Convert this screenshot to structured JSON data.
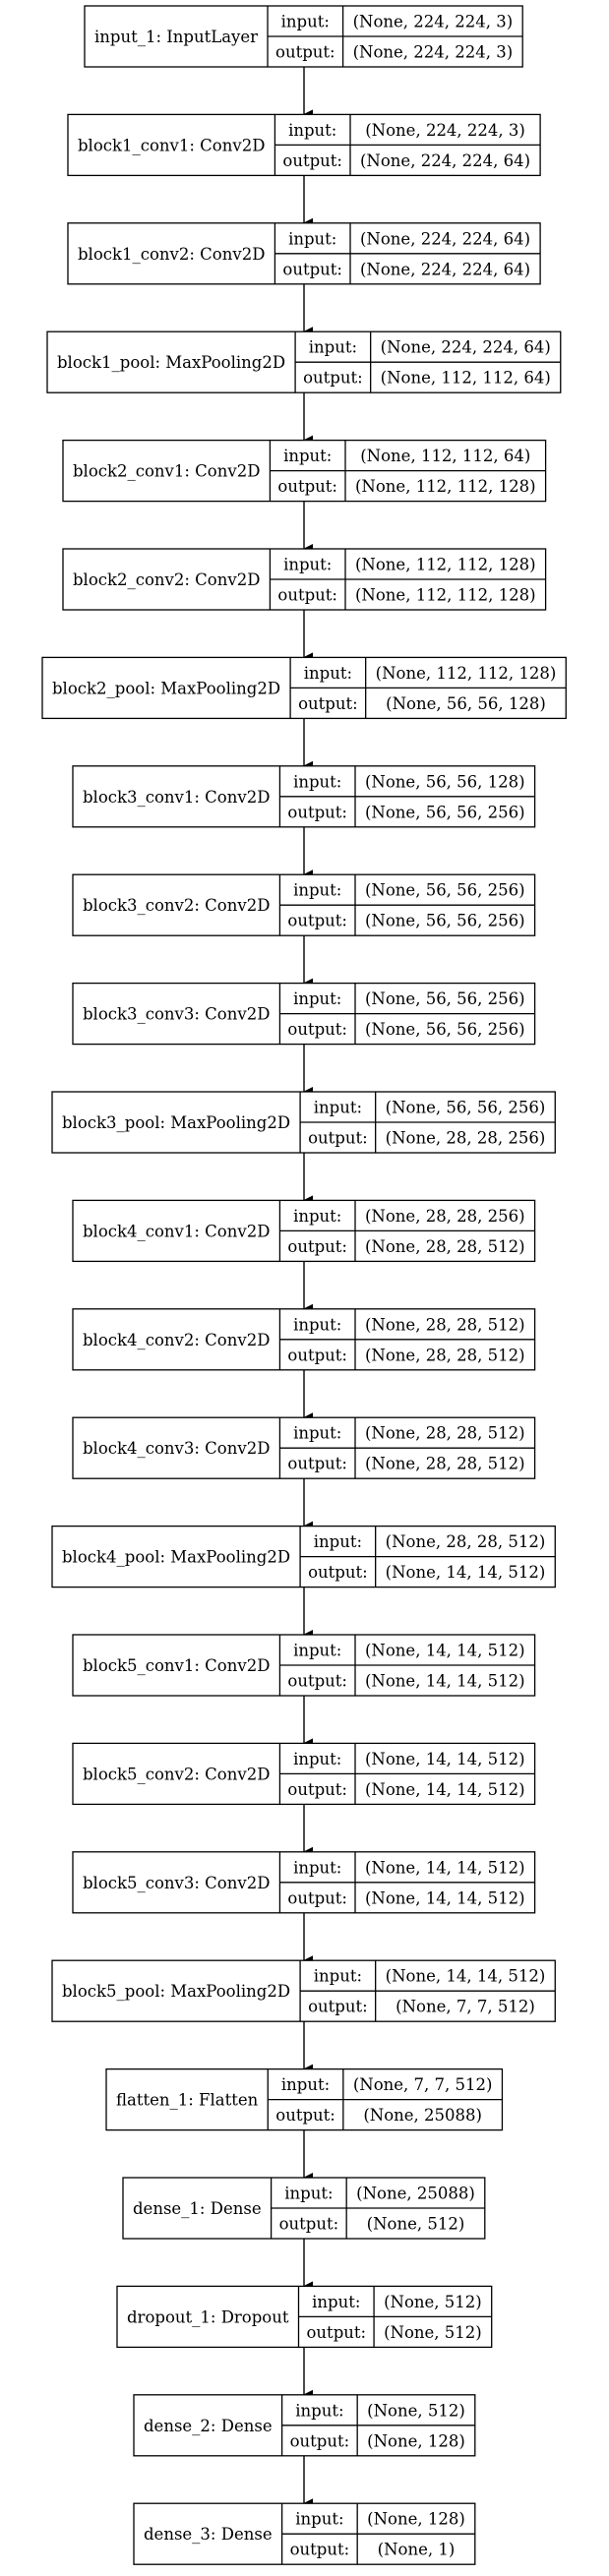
{
  "layers": [
    {
      "name": "input_1: InputLayer",
      "input": "(None, 224, 224, 3)",
      "output": "(None, 224, 224, 3)"
    },
    {
      "name": "block1_conv1: Conv2D",
      "input": "(None, 224, 224, 3)",
      "output": "(None, 224, 224, 64)"
    },
    {
      "name": "block1_conv2: Conv2D",
      "input": "(None, 224, 224, 64)",
      "output": "(None, 224, 224, 64)"
    },
    {
      "name": "block1_pool: MaxPooling2D",
      "input": "(None, 224, 224, 64)",
      "output": "(None, 112, 112, 64)"
    },
    {
      "name": "block2_conv1: Conv2D",
      "input": "(None, 112, 112, 64)",
      "output": "(None, 112, 112, 128)"
    },
    {
      "name": "block2_conv2: Conv2D",
      "input": "(None, 112, 112, 128)",
      "output": "(None, 112, 112, 128)"
    },
    {
      "name": "block2_pool: MaxPooling2D",
      "input": "(None, 112, 112, 128)",
      "output": "(None, 56, 56, 128)"
    },
    {
      "name": "block3_conv1: Conv2D",
      "input": "(None, 56, 56, 128)",
      "output": "(None, 56, 56, 256)"
    },
    {
      "name": "block3_conv2: Conv2D",
      "input": "(None, 56, 56, 256)",
      "output": "(None, 56, 56, 256)"
    },
    {
      "name": "block3_conv3: Conv2D",
      "input": "(None, 56, 56, 256)",
      "output": "(None, 56, 56, 256)"
    },
    {
      "name": "block3_pool: MaxPooling2D",
      "input": "(None, 56, 56, 256)",
      "output": "(None, 28, 28, 256)"
    },
    {
      "name": "block4_conv1: Conv2D",
      "input": "(None, 28, 28, 256)",
      "output": "(None, 28, 28, 512)"
    },
    {
      "name": "block4_conv2: Conv2D",
      "input": "(None, 28, 28, 512)",
      "output": "(None, 28, 28, 512)"
    },
    {
      "name": "block4_conv3: Conv2D",
      "input": "(None, 28, 28, 512)",
      "output": "(None, 28, 28, 512)"
    },
    {
      "name": "block4_pool: MaxPooling2D",
      "input": "(None, 28, 28, 512)",
      "output": "(None, 14, 14, 512)"
    },
    {
      "name": "block5_conv1: Conv2D",
      "input": "(None, 14, 14, 512)",
      "output": "(None, 14, 14, 512)"
    },
    {
      "name": "block5_conv2: Conv2D",
      "input": "(None, 14, 14, 512)",
      "output": "(None, 14, 14, 512)"
    },
    {
      "name": "block5_conv3: Conv2D",
      "input": "(None, 14, 14, 512)",
      "output": "(None, 14, 14, 512)"
    },
    {
      "name": "block5_pool: MaxPooling2D",
      "input": "(None, 14, 14, 512)",
      "output": "(None, 7, 7, 512)"
    },
    {
      "name": "flatten_1: Flatten",
      "input": "(None, 7, 7, 512)",
      "output": "(None, 25088)"
    },
    {
      "name": "dense_1: Dense",
      "input": "(None, 25088)",
      "output": "(None, 512)"
    },
    {
      "name": "dropout_1: Dropout",
      "input": "(None, 512)",
      "output": "(None, 512)"
    },
    {
      "name": "dense_2: Dense",
      "input": "(None, 512)",
      "output": "(None, 128)"
    },
    {
      "name": "dense_3: Dense",
      "input": "(None, 128)",
      "output": "(None, 1)"
    }
  ],
  "labels": {
    "input": "input:",
    "output": "output:"
  }
}
